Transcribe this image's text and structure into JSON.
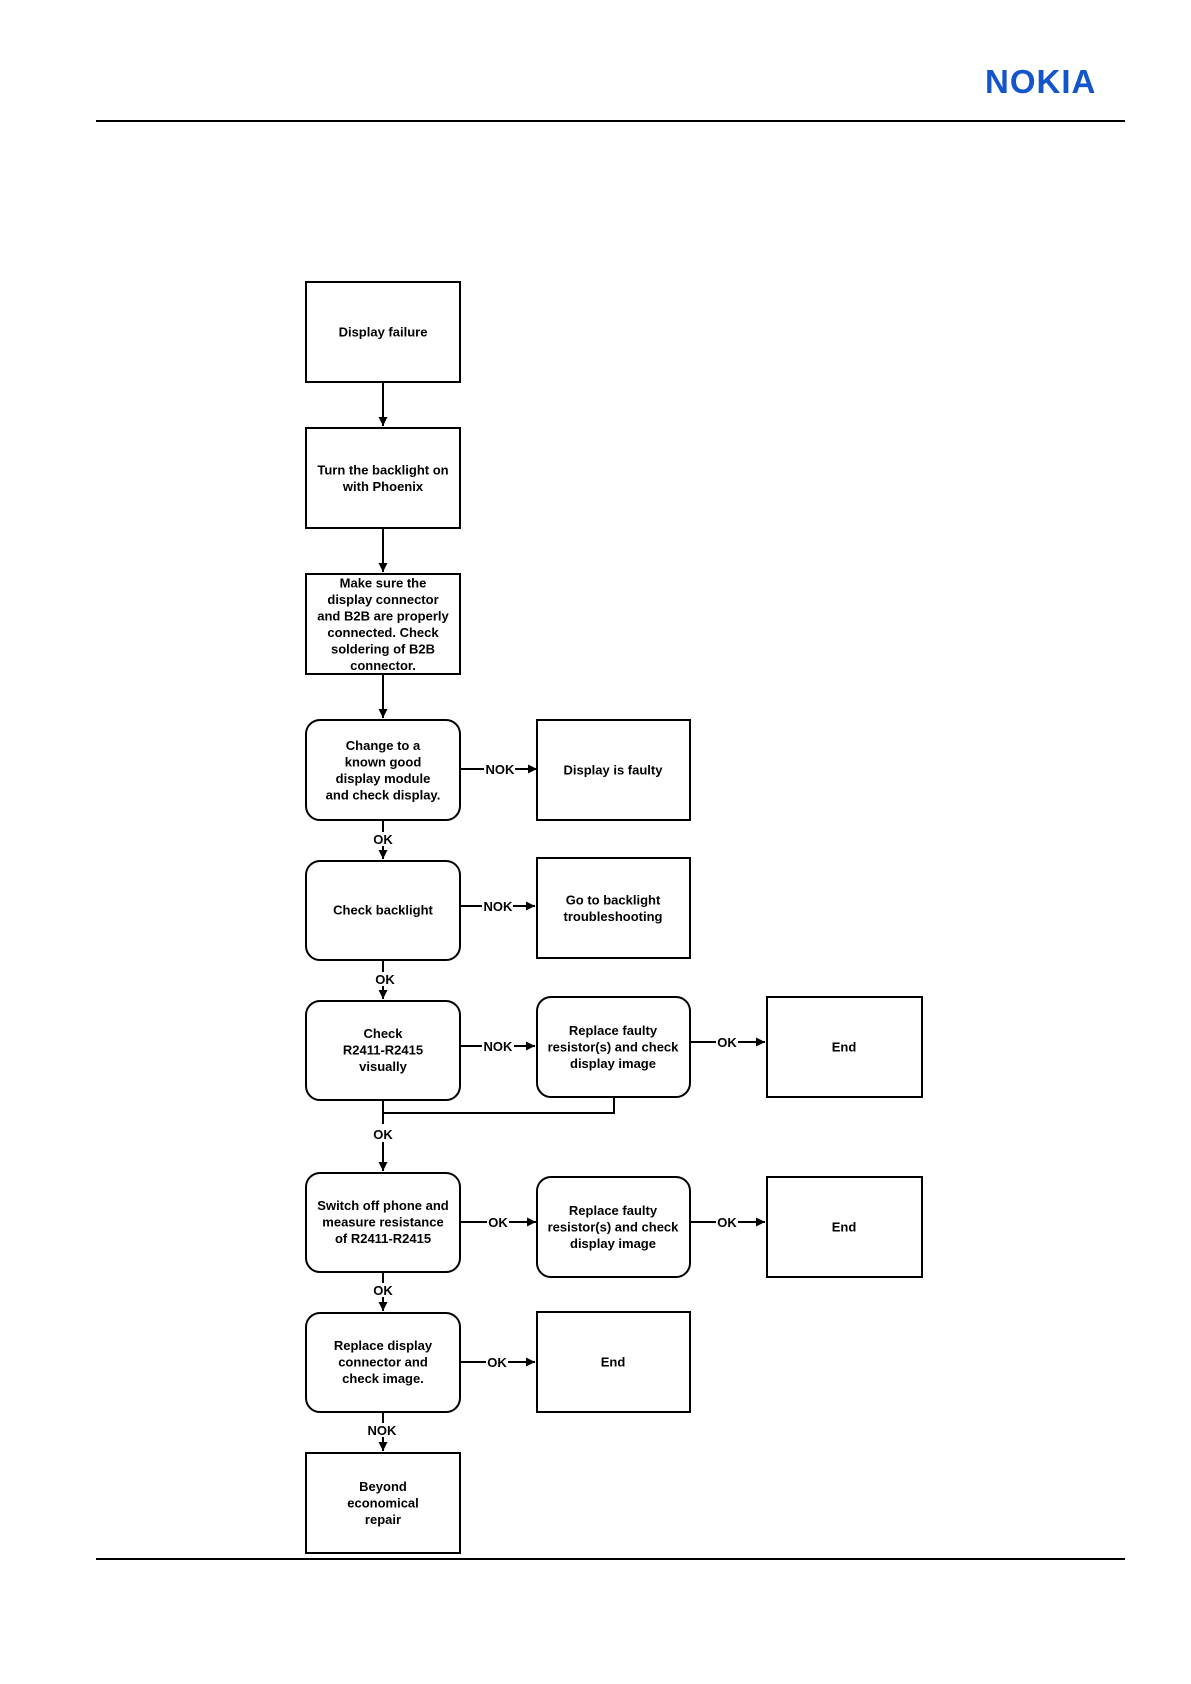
{
  "header": {
    "brand": "NOKIA",
    "brand_color": "#1255cc"
  },
  "flowchart": {
    "nodes": {
      "display_failure": {
        "lines": [
          "Display failure"
        ]
      },
      "backlight_on": {
        "lines": [
          "Turn the backlight on",
          "with Phoenix"
        ]
      },
      "connector_check": {
        "lines": [
          "Make sure the",
          "display connector",
          "and B2B are properly",
          "connected. Check",
          "soldering of B2B",
          "connector."
        ]
      },
      "change_module": {
        "lines": [
          "Change to a",
          "known good",
          "display module",
          "and check display."
        ]
      },
      "display_faulty": {
        "lines": [
          "Display is faulty"
        ]
      },
      "check_backlight": {
        "lines": [
          "Check backlight"
        ]
      },
      "goto_backlight": {
        "lines": [
          "Go to backlight",
          "troubleshooting"
        ]
      },
      "check_resistors": {
        "lines": [
          "Check",
          "R2411-R2415",
          "visually"
        ]
      },
      "replace_resistors_1": {
        "lines": [
          "Replace faulty",
          "resistor(s) and check",
          "display image"
        ]
      },
      "end_1": {
        "lines": [
          "End"
        ]
      },
      "measure_resistance": {
        "lines": [
          "Switch off phone and",
          "measure resistance",
          "of R2411-R2415"
        ]
      },
      "replace_resistors_2": {
        "lines": [
          "Replace faulty",
          "resistor(s) and check",
          "display image"
        ]
      },
      "end_2": {
        "lines": [
          "End"
        ]
      },
      "replace_connector": {
        "lines": [
          "Replace display",
          "connector and",
          "check image."
        ]
      },
      "end_3": {
        "lines": [
          "End"
        ]
      },
      "beyond_repair": {
        "lines": [
          "Beyond",
          "economical",
          "repair"
        ]
      }
    },
    "edges": {
      "change_module_nok": "NOK",
      "change_module_ok": "OK",
      "check_backlight_nok": "NOK",
      "check_backlight_ok": "OK",
      "check_resistors_nok": "NOK",
      "replace_resistors_1_ok": "OK",
      "check_resistors_ok": "OK",
      "measure_resistance_ok_right": "OK",
      "replace_resistors_2_ok": "OK",
      "measure_resistance_ok_down": "OK",
      "replace_connector_ok": "OK",
      "replace_connector_nok": "NOK"
    }
  }
}
